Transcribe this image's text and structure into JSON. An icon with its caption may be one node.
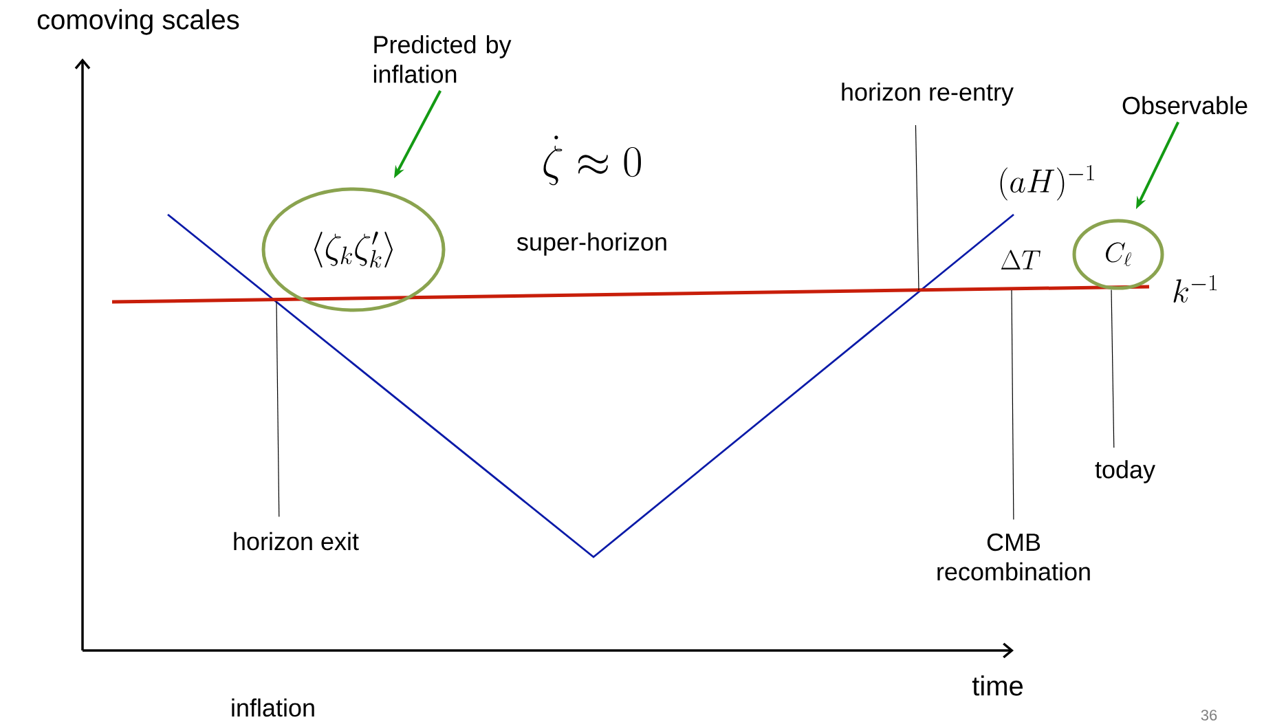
{
  "diagram": {
    "nodes": [
      {
        "text": [
          "Predicted by inflation"
        ]
      },
      {
        "text": [
          "horizon re-entry"
        ]
      },
      {
        "text": [
          "Observable"
        ]
      },
      {
        "text": [
          "\\langle \\zeta_k \\zeta'_k \\rangle"
        ]
      },
      {
        "text": [
          "C_\\ell"
        ]
      },
      {
        "text": [
          "today"
        ]
      },
      {
        "text": [
          "horizon exit"
        ]
      },
      {
        "text": [
          "CMB recombination"
        ]
      }
    ],
    "edges": [
      {
        "from": 0,
        "to": 3,
        "arrow": "to",
        "style": "thick",
        "color": "#139a13"
      },
      {
        "from": 2,
        "to": 4,
        "arrow": "to",
        "style": "thick",
        "color": "#139a13"
      },
      {
        "from": 1,
        "to": null,
        "arrow": "none"
      },
      {
        "from": 5,
        "to": 4,
        "arrow": "none"
      },
      {
        "from": 6,
        "to": null,
        "arrow": "none"
      },
      {
        "from": 7,
        "to": null,
        "arrow": "none"
      }
    ],
    "labels": [
      "comoving scales",
      "\\dot{\\zeta} \\approx 0",
      "super-horizon",
      "(aH)^{-1}",
      "\\Delta T",
      "k^{-1}",
      "time",
      "inflation",
      "36"
    ]
  }
}
